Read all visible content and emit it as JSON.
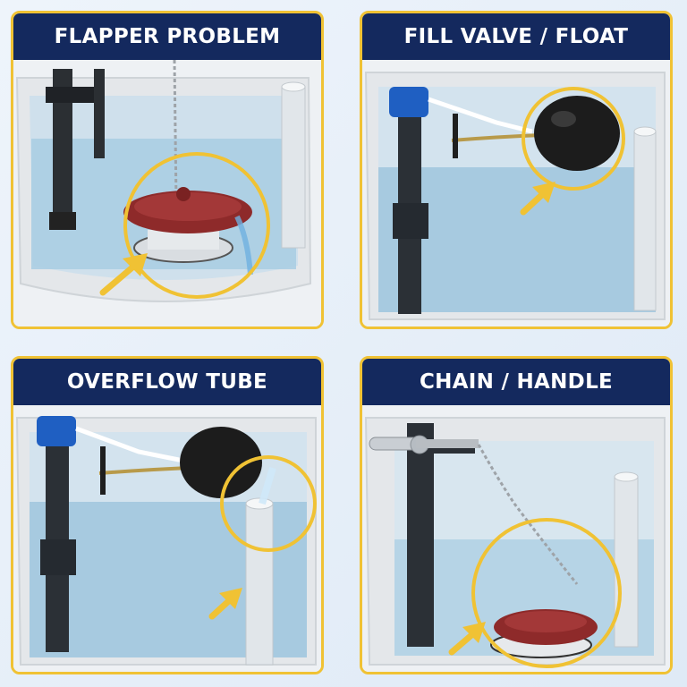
{
  "colors": {
    "banner_bg": "#14295e",
    "banner_text": "#ffffff",
    "highlight": "#f0c234",
    "water": "#9fc4dd",
    "tank_ceramic": "#e9ebee",
    "flapper_red": "#8e2a2a",
    "float_black": "#1c1c1c",
    "fill_valve_cap": "#1f5fc2",
    "overflow_tube": "#e1e6ea",
    "chain_metal": "#9ea3a8"
  },
  "panels": [
    {
      "title": "FLAPPER PROBLEM",
      "highlight_icon": "circle-highlight",
      "pointer_icon": "arrow-pointer"
    },
    {
      "title": "FILL VALVE / FLOAT",
      "highlight_icon": "circle-highlight",
      "pointer_icon": "arrow-pointer"
    },
    {
      "title": "OVERFLOW TUBE",
      "highlight_icon": "circle-highlight",
      "pointer_icon": "arrow-pointer"
    },
    {
      "title": "CHAIN / HANDLE",
      "highlight_icon": "circle-highlight",
      "pointer_icon": "arrow-pointer"
    }
  ]
}
